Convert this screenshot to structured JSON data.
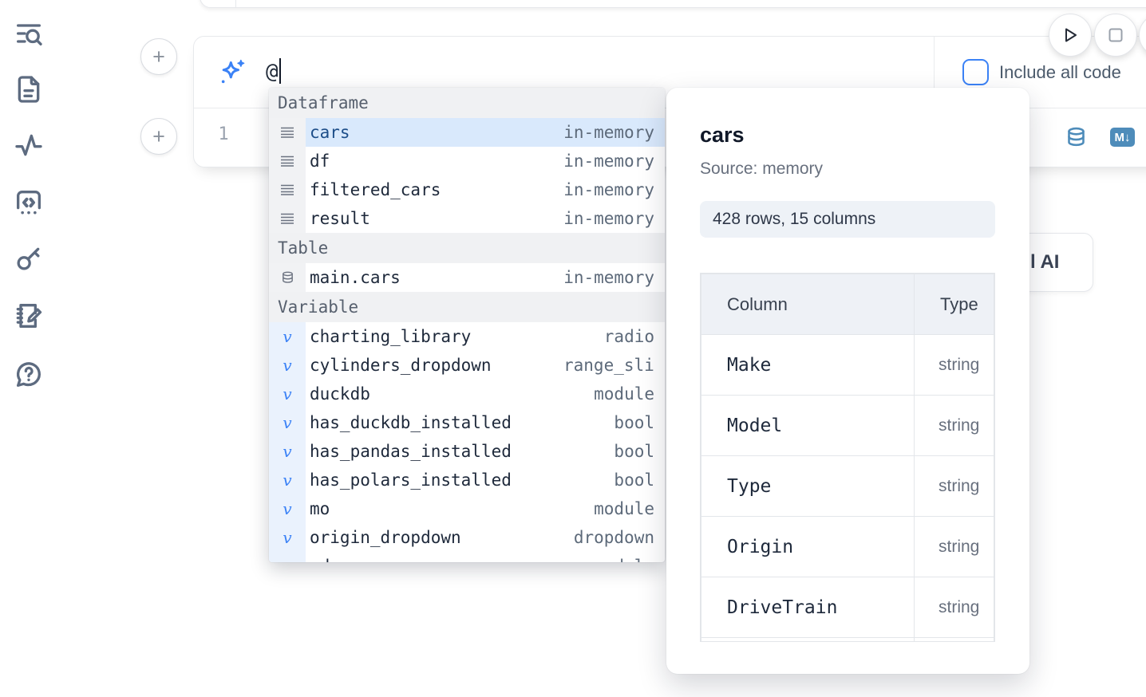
{
  "colors": {
    "accent_blue": "#3b82f6",
    "steel_blue": "#4e8cba",
    "selected_row_bg": "#d9e9fc",
    "section_header_bg": "#f0f1f3"
  },
  "sidebar": {
    "icons": [
      "list-search",
      "file-document",
      "activity",
      "scratchpad-code",
      "key",
      "notebook-edit",
      "help-chat"
    ]
  },
  "prompt": {
    "value": "@",
    "include_all_code_label": "Include all code"
  },
  "cell": {
    "line_number": "1"
  },
  "ai_button": {
    "visible_label": "l AI"
  },
  "autocomplete": {
    "sections": [
      {
        "label": "Dataframe",
        "items": [
          {
            "name": "cars",
            "type": "in-memory"
          },
          {
            "name": "df",
            "type": "in-memory"
          },
          {
            "name": "filtered_cars",
            "type": "in-memory"
          },
          {
            "name": "result",
            "type": "in-memory"
          }
        ]
      },
      {
        "label": "Table",
        "items": [
          {
            "name": "main.cars",
            "type": "in-memory"
          }
        ]
      },
      {
        "label": "Variable",
        "items": [
          {
            "name": "charting_library",
            "type": "radio"
          },
          {
            "name": "cylinders_dropdown",
            "type": "range_slider"
          },
          {
            "name": "duckdb",
            "type": "module"
          },
          {
            "name": "has_duckdb_installed",
            "type": "bool"
          },
          {
            "name": "has_pandas_installed",
            "type": "bool"
          },
          {
            "name": "has_polars_installed",
            "type": "bool"
          },
          {
            "name": "mo",
            "type": "module"
          },
          {
            "name": "origin_dropdown",
            "type": "dropdown"
          },
          {
            "name": "pd",
            "type": "module"
          }
        ]
      }
    ]
  },
  "preview": {
    "title": "cars",
    "source": "Source: memory",
    "shape": "428 rows, 15 columns",
    "table": {
      "headers": [
        "Column",
        "Type"
      ],
      "rows": [
        {
          "column": "Make",
          "type": "string"
        },
        {
          "column": "Model",
          "type": "string"
        },
        {
          "column": "Type",
          "type": "string"
        },
        {
          "column": "Origin",
          "type": "string"
        },
        {
          "column": "DriveTrain",
          "type": "string"
        }
      ]
    }
  }
}
